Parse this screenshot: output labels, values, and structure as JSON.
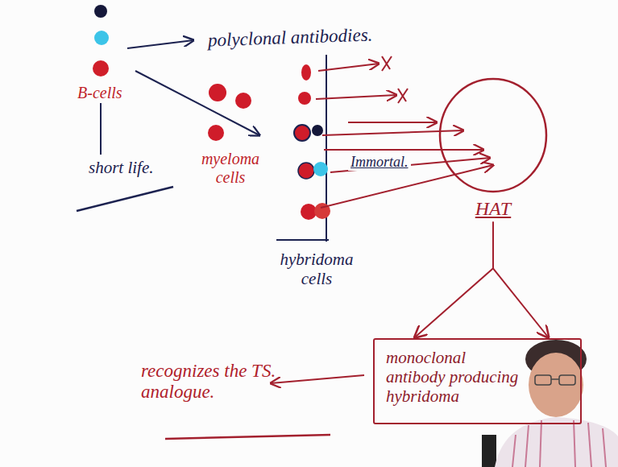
{
  "diagram": {
    "nodes": [
      {
        "text": [
          "HAT"
        ]
      },
      {
        "text": [
          "monoclonal antibody producing hybridoma"
        ]
      }
    ],
    "edges": [
      {
        "from": 0,
        "to": 1,
        "arrow": "to"
      },
      {
        "from": 0,
        "to": 1,
        "arrow": "to"
      }
    ],
    "labels": [
      "polyclonal antibodies.",
      "B-cells",
      "short life.",
      "myeloma cells",
      "Immortal.",
      "hybridoma cells",
      "recognizes the TS. analogue."
    ]
  }
}
